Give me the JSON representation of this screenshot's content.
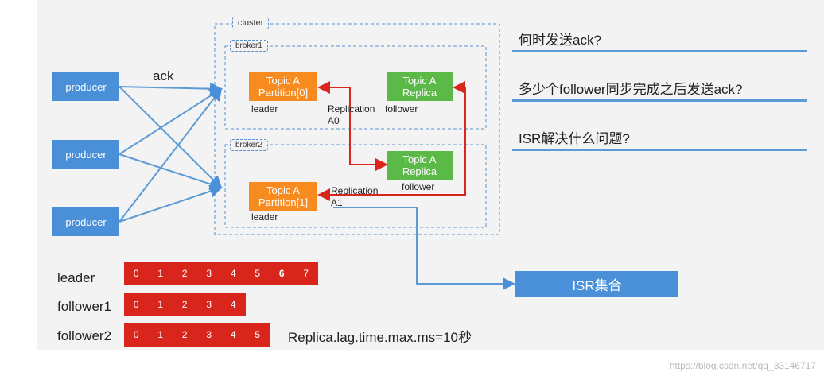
{
  "diagram": {
    "cluster_label": "cluster",
    "broker1_label": "broker1",
    "broker2_label": "broker2",
    "producers": [
      "producer",
      "producer",
      "producer"
    ],
    "ack_label": "ack",
    "partition0": {
      "title": "Topic A\nPartition[0]",
      "role": "leader"
    },
    "replica0": {
      "title": "Topic A\nReplica",
      "role": "follower"
    },
    "partition1": {
      "title": "Topic A\nPartition[1]",
      "role": "leader"
    },
    "replica1": {
      "title": "Topic A\nReplica",
      "role": "follower"
    },
    "replication_a0": "Replication\nA0",
    "replication_a1": "Replication\nA1",
    "replication_a0_follower": "follower"
  },
  "questions": [
    "何时发送ack?",
    "多少个follower同步完成之后发送ack?",
    "ISR解决什么问题?"
  ],
  "isr_label": "ISR集合",
  "logs": [
    {
      "name": "leader",
      "offsets": [
        "0",
        "1",
        "2",
        "3",
        "4",
        "5",
        "6",
        "7"
      ]
    },
    {
      "name": "follower1",
      "offsets": [
        "0",
        "1",
        "2",
        "3",
        "4"
      ]
    },
    {
      "name": "follower2",
      "offsets": [
        "0",
        "1",
        "2",
        "3",
        "4",
        "5"
      ]
    }
  ],
  "config_note": "Replica.lag.time.max.ms=10秒",
  "watermark": "https://blog.csdn.net/qq_33146717",
  "colors": {
    "producer": "#4a90d9",
    "leader": "#f78b1f",
    "replica": "#5ab947",
    "log": "#d9261c",
    "accent": "#5b9bd5"
  }
}
